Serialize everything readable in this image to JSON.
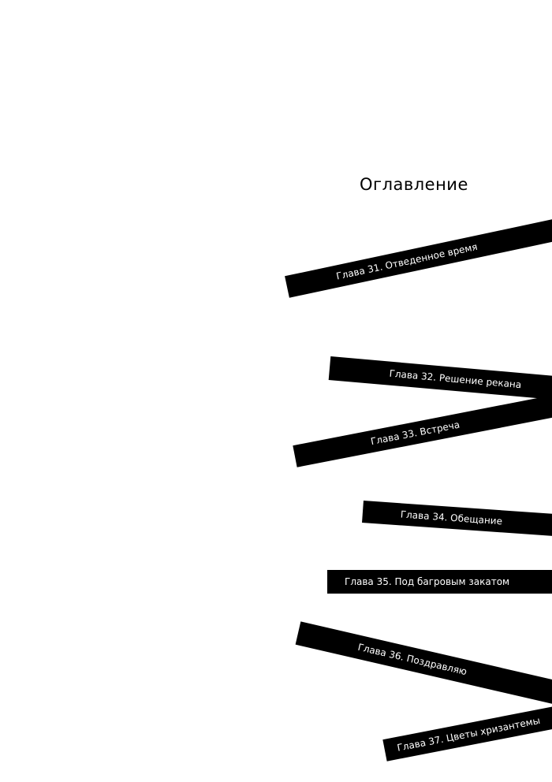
{
  "toc": {
    "title": "Оглавление",
    "chapters": [
      "Глава 31. Отведенное время",
      "Глава 32. Решение рекана",
      "Глава 33. Встреча",
      "Глава 34. Обещание",
      "Глава 35. Под багровым закатом",
      "Глава 36. Поздравляю",
      "Глава 37. Цветы хризантемы"
    ]
  },
  "colors": {
    "band": "#000000",
    "band_text": "#ffffff",
    "page": "#ffffff"
  }
}
